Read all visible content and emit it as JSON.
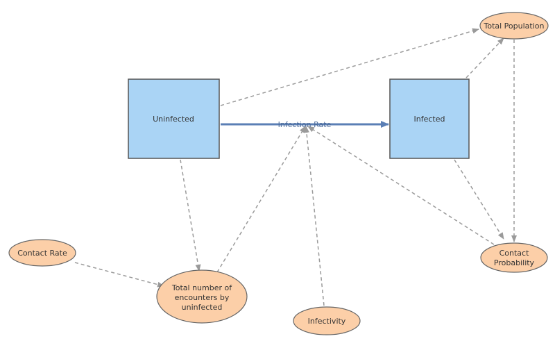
{
  "diagram": {
    "stocks": {
      "uninfected": {
        "label": "Uninfected"
      },
      "infected": {
        "label": "Infected"
      }
    },
    "flow": {
      "label": "Infection Rate"
    },
    "auxiliaries": {
      "total_population": {
        "lines": [
          "Total Population"
        ]
      },
      "contact_probability": {
        "lines": [
          "Contact",
          "Probability"
        ]
      },
      "contact_rate": {
        "lines": [
          "Contact Rate"
        ]
      },
      "total_encounters": {
        "lines": [
          "Total number of",
          "encounters by",
          "uninfected"
        ]
      },
      "infectivity": {
        "lines": [
          "Infectivity"
        ]
      }
    },
    "colors": {
      "stock_fill": "#aad4f5",
      "stock_stroke": "#555555",
      "aux_fill": "#fccfa8",
      "aux_stroke": "#666666",
      "flow": "#5b7fb5",
      "link": "#9a9a9a"
    }
  }
}
